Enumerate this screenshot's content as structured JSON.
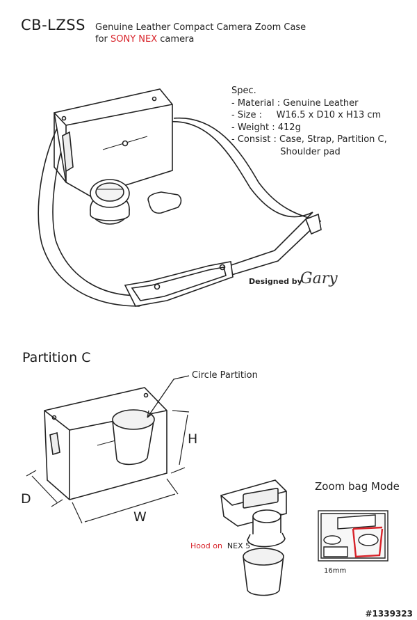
{
  "header": {
    "model": "CB-LZSS",
    "desc_line1": "Genuine Leather Compact Camera Zoom Case",
    "desc_line2_prefix": "for ",
    "desc_line2_brand": "SONY NEX",
    "desc_line2_suffix": " camera"
  },
  "spec": {
    "title": "Spec.",
    "rows": [
      "- Material : Genuine Leather",
      "- Size :     W16.5 x D10 x H13 cm",
      "- Weight : 412g",
      "- Consist : Case, Strap, Partition C,",
      "                 Shoulder pad"
    ]
  },
  "credit": {
    "designed_by": "Designed by",
    "signature": "Gary"
  },
  "partition": {
    "title": "Partition C",
    "circle_label": "Circle  Partition",
    "dim_h": "H",
    "dim_d": "D",
    "dim_w": "W"
  },
  "zoom": {
    "title": "Zoom bag Mode",
    "hood_red": "Hood on",
    "hood_text": "  NEX 5",
    "mm": "16mm"
  },
  "watermark": "#1339323",
  "colors": {
    "accent_red": "#d8232a",
    "line": "#222222"
  }
}
